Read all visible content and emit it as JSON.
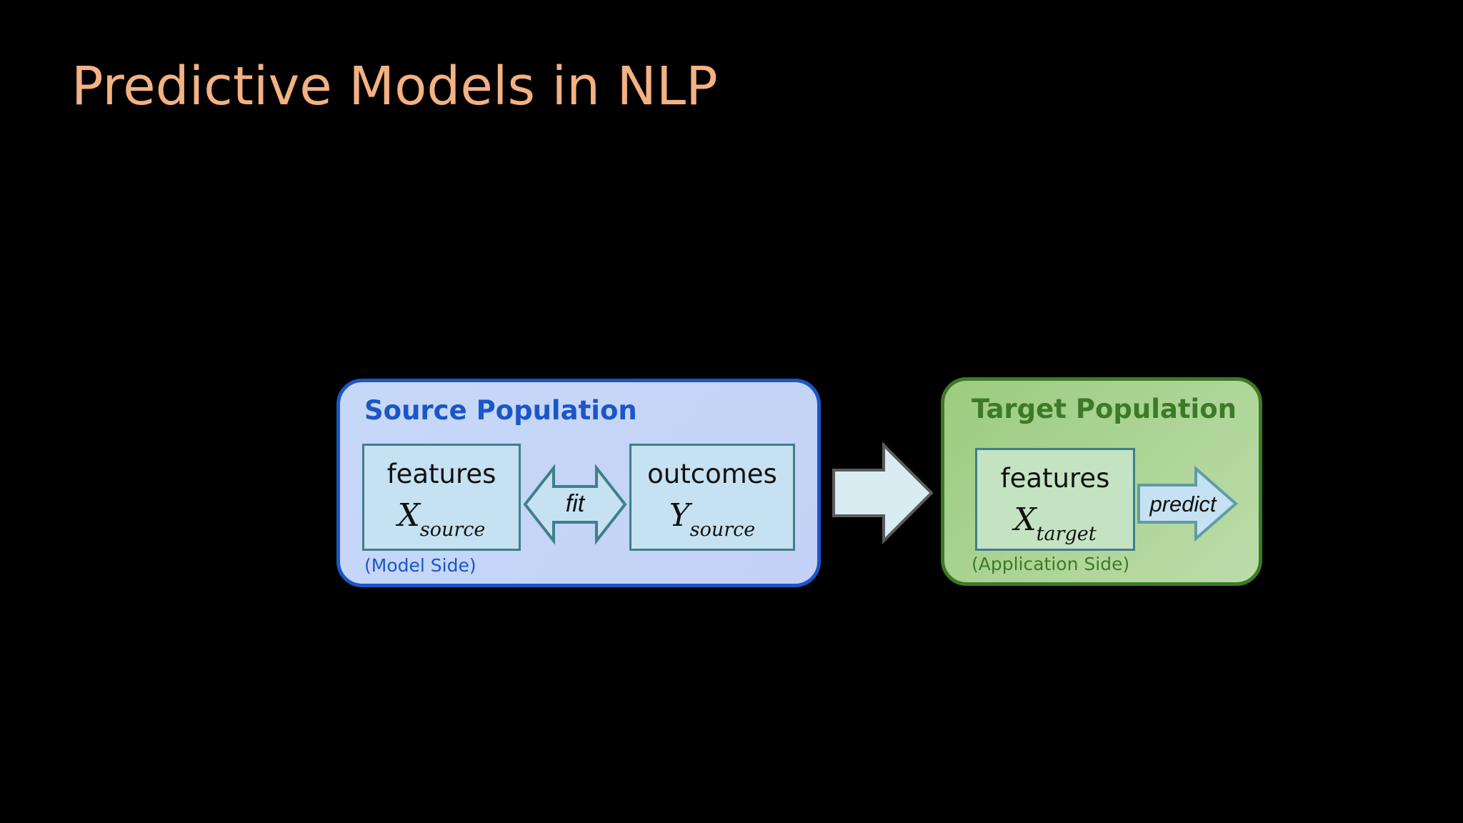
{
  "slide": {
    "title": "Predictive Models in NLP"
  },
  "source_population": {
    "title": "Source Population",
    "note": "(Model Side)",
    "features_box": {
      "word": "features",
      "symbol": "X",
      "subscript": "source"
    },
    "fit_arrow": {
      "label": "fit"
    },
    "outcomes_box": {
      "word": "outcomes",
      "symbol": "Y",
      "subscript": "source"
    }
  },
  "target_population": {
    "title": "Target Population",
    "note": "(Application Side)",
    "features_box": {
      "word": "features",
      "symbol": "X",
      "subscript": "target"
    },
    "predict_arrow": {
      "label": "predict"
    }
  },
  "colors": {
    "title": "#f4b183",
    "source_border": "#1b56c8",
    "source_fill": "#c6d8f8",
    "target_border": "#3d7a28",
    "target_fill": "#a8d18e",
    "box_border": "#3f7f8a",
    "background": "#000000"
  }
}
